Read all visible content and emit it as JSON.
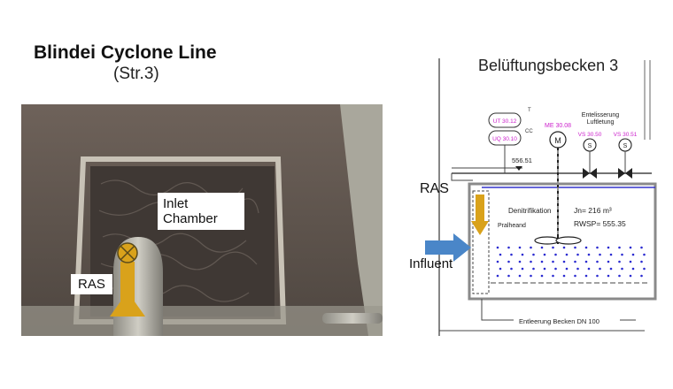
{
  "left": {
    "title": "Blindei Cyclone Line",
    "subtitle": "(Str.3)",
    "inlet_label_line1": "Inlet",
    "inlet_label_line2": "Chamber",
    "ras_label": "RAS"
  },
  "right": {
    "title": "Belüftungsbecken 3",
    "ras_label": "RAS",
    "influent_label": "Influent",
    "tag_ut": "UT 30.12",
    "tag_uq": "UQ 30.10",
    "tag_t": "T",
    "tag_cc": "CC",
    "tag_me": "ME 30.08",
    "tag_m": "M",
    "tag_vs1": "VS 30.50",
    "tag_vs2": "VS 30.51",
    "tag_s": "S",
    "enteisserung_line1": "Entelisserung",
    "enteisserung_line2": "Luftletung",
    "level_556": "556.51",
    "denitrifikation": "Denitrifikation",
    "pralheand": "Pralheand",
    "volume": "Jn= 216 m³",
    "rwsp": "RWSP= 555.35",
    "drain_label": "Entleerung Becken DN 100"
  },
  "colors": {
    "arrow_yellow": "#d9a21b",
    "arrow_blue": "#4a86c8",
    "tank_outline": "#8a8a8a",
    "bubble_blue": "#2a2ad0",
    "magenta": "#cc22cc",
    "water_surface": "#3333cc"
  }
}
